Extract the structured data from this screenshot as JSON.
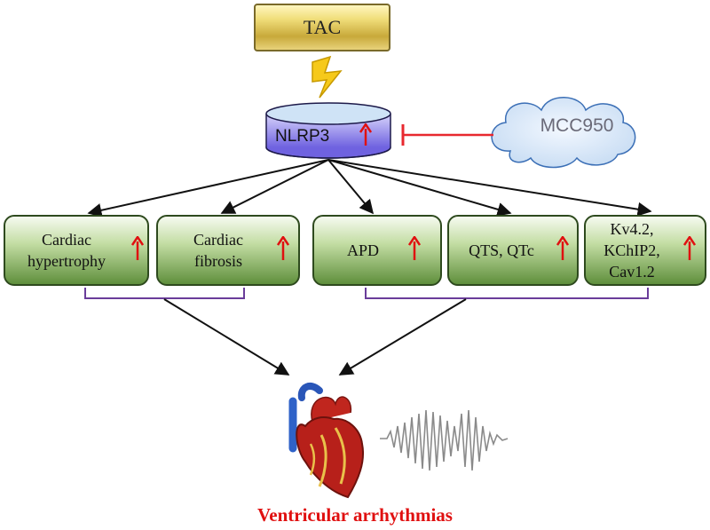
{
  "top": {
    "tac_label": "TAC"
  },
  "receptor": {
    "label": "NLRP3"
  },
  "inhibitor": {
    "label": "MCC950"
  },
  "effects": [
    {
      "line1": "Cardiac",
      "line2": "hypertrophy"
    },
    {
      "line1": "Cardiac",
      "line2": "fibrosis"
    },
    {
      "line1": "APD"
    },
    {
      "line1": "QTS, QTc"
    },
    {
      "line1": "Kv4.2,",
      "line2": "KChIP2,",
      "line3": "Cav1.2"
    }
  ],
  "outcome": {
    "label": "Ventricular arrhythmias"
  },
  "colors": {
    "up_arrow": "#e01010",
    "inhibition_line": "#e8282f",
    "bracket": "#6a3d9a",
    "outcome_text": "#e01010"
  }
}
